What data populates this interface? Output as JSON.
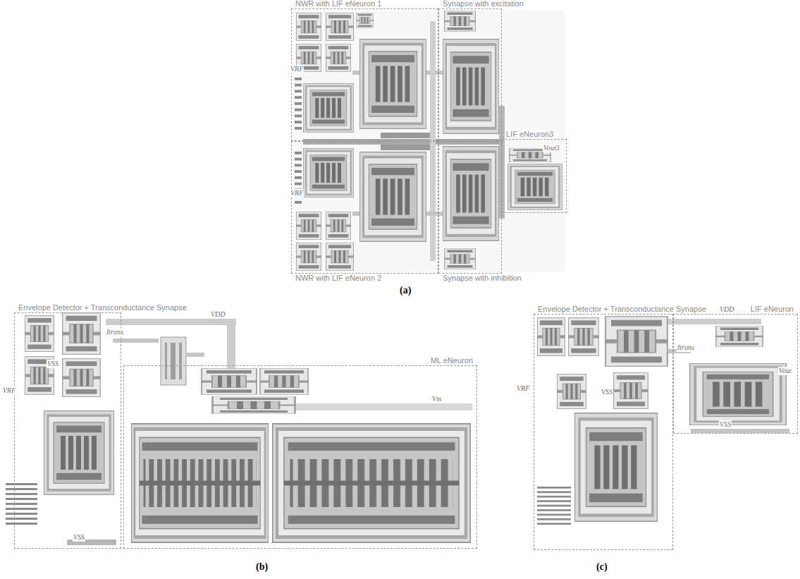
{
  "diagram": {
    "nodes": [
      {
        "text": [
          "NWR with LIF eNeuron 1"
        ]
      },
      {
        "text": [
          "Synapse with excitation"
        ]
      },
      {
        "text": [
          "LIF eNeuron3"
        ]
      },
      {
        "text": [
          "NWR with LIF eNeuron 2"
        ]
      },
      {
        "text": [
          "Synapse with inhibition"
        ]
      },
      {
        "text": [
          "Envelope Detector + Transconductance Synapse"
        ]
      },
      {
        "text": [
          "ML eNeuron"
        ]
      },
      {
        "text": [
          "Envelope Detector + Transconductance Synapse"
        ]
      },
      {
        "text": [
          "LIF eNeuron"
        ]
      }
    ],
    "labels": [
      "(a)",
      "(b)",
      "(c)",
      "VRF",
      "VRF",
      "Vout3",
      "VDD",
      "Itrans",
      "VRF",
      "VSS",
      "VSS",
      "Vm",
      "VDD",
      "Itrans",
      "VRF",
      "VSS",
      "Vout",
      "VSS"
    ]
  }
}
